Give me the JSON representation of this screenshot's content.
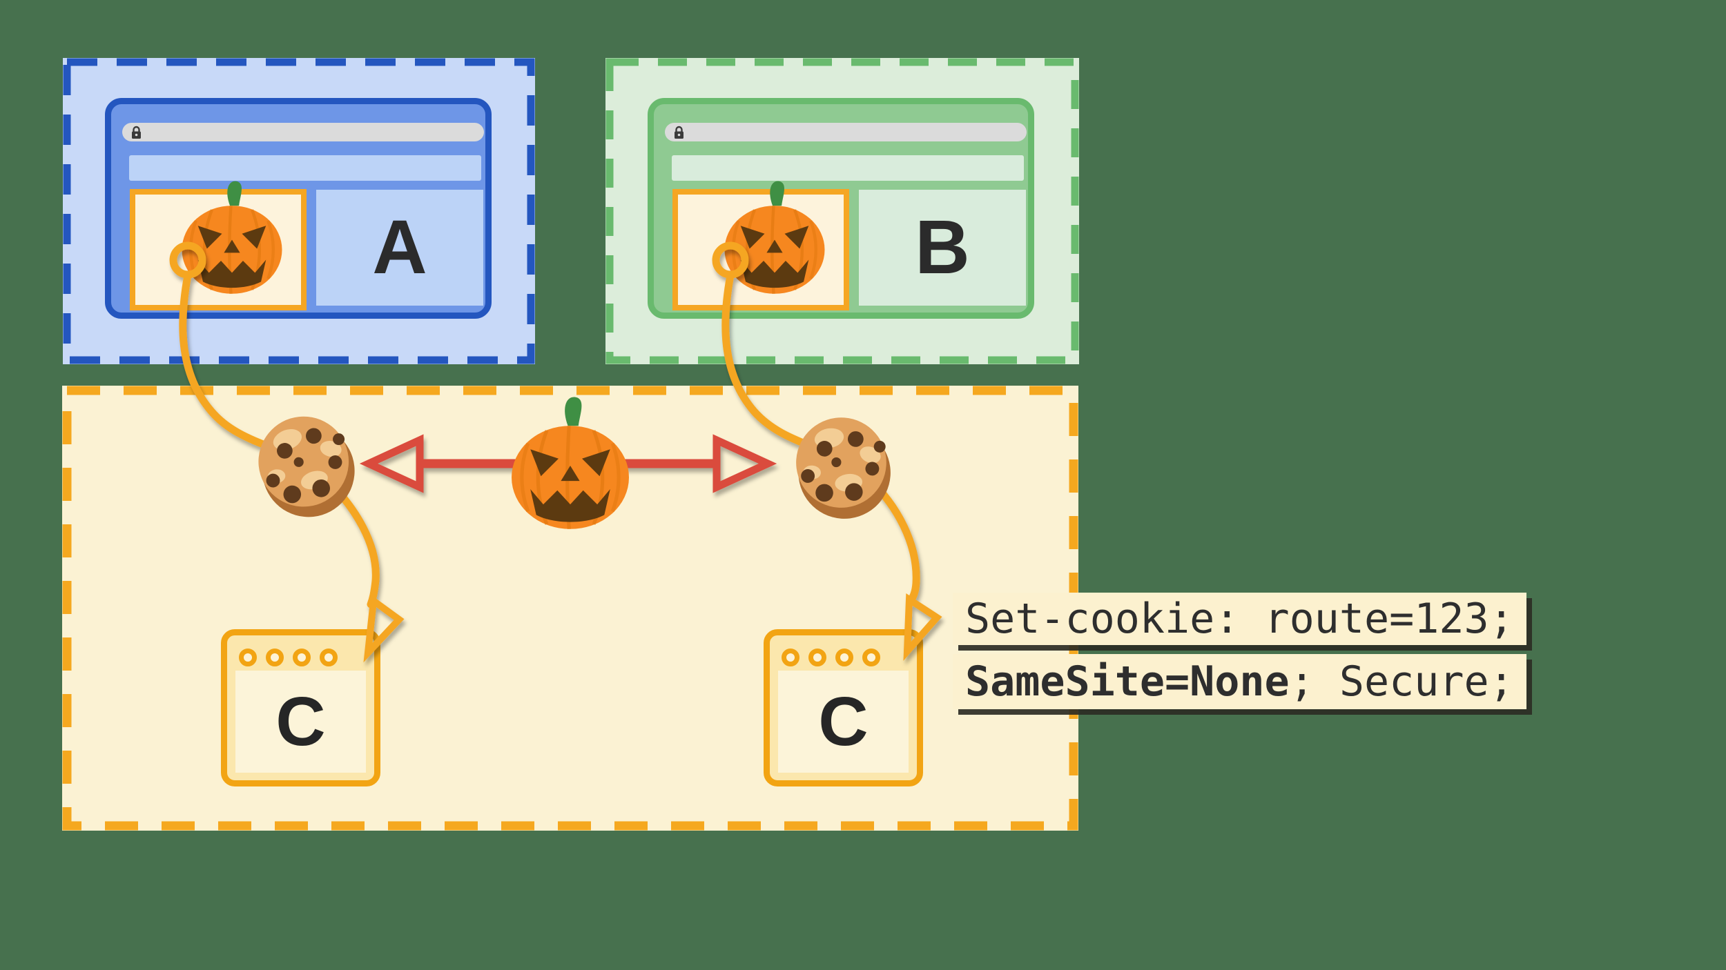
{
  "sites": {
    "a": {
      "label": "A",
      "theme_color": "#2456BF"
    },
    "b": {
      "label": "B",
      "theme_color": "#69BA6E"
    }
  },
  "third_party": {
    "left_window": {
      "label": "C"
    },
    "right_window": {
      "label": "C"
    },
    "theme_color": "#F2A413"
  },
  "annotation": {
    "line1": "Set-cookie: route=123;",
    "line2_bold": "SameSite=None",
    "line2_rest": "; Secure;"
  },
  "icons": {
    "lock": "padlock in address bar",
    "pumpkin": "jack-o-lantern (embedded third-party content)",
    "cookie": "chocolate-chip cookie",
    "ring": "tether ring on embedded frame",
    "double_arrow": "red double-headed arrow (shared state)",
    "tether_arrow": "orange curved arrow into third-party context"
  },
  "colors": {
    "canvas_background": "#47714E",
    "blue_dash": "#2456BF",
    "blue_fill": "#C8D9F8",
    "blue_chrome": "#6E96E7",
    "blue_panel": "#BCD3F7",
    "green_dash": "#69BA6E",
    "green_fill": "#DCEDDA",
    "green_chrome": "#8FCA92",
    "green_panel": "#D9ECDC",
    "orange_dash": "#F5A81F",
    "orange_fill": "#FBF2D3",
    "cream_frame": "#FDF3DC",
    "c_window_fill": "#FBE7AD",
    "c_window_panel": "#FCF4D9",
    "red_arrow": "#DA4C3C",
    "urlbar_gray": "#DBDBDB",
    "text_dark": "#2B2B2B",
    "code_box_fill": "#FCF1CF"
  }
}
